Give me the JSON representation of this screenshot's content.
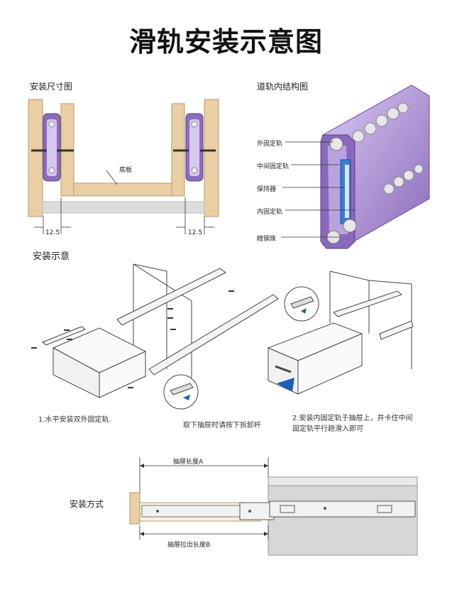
{
  "title": "滑轨安装示意图",
  "dimension_view": {
    "heading": "安装尺寸图",
    "board_label": "底板",
    "gap_left": "12.5",
    "gap_right": "12.5"
  },
  "structure_view": {
    "heading": "道轨内结构图",
    "labels": [
      "外固定轨",
      "中间固定轨",
      "保持器",
      "内固定轨",
      "精钢珠"
    ]
  },
  "install_view": {
    "heading": "安装示意",
    "step1": "1.水平安装双外固定轨.",
    "detach_note": "取下抽屉时请按下拆卸杆",
    "step2_line1": "2.安装内固定轨于抽屉上，并卡住中间",
    "step2_line2": "固定轨平行趟滑入即可"
  },
  "method_view": {
    "heading": "安装方式",
    "length_a": "抽屉长度A",
    "length_b": "抽屉拉出长度B"
  },
  "colors": {
    "wood": "#e9cfa3",
    "wood_edge": "#b89968",
    "rail_purple": "#7c5ca8",
    "rail_light": "#c9b5e6",
    "ball_silver": "#dcdcdc",
    "dim_blue": "#1a3fa0"
  }
}
